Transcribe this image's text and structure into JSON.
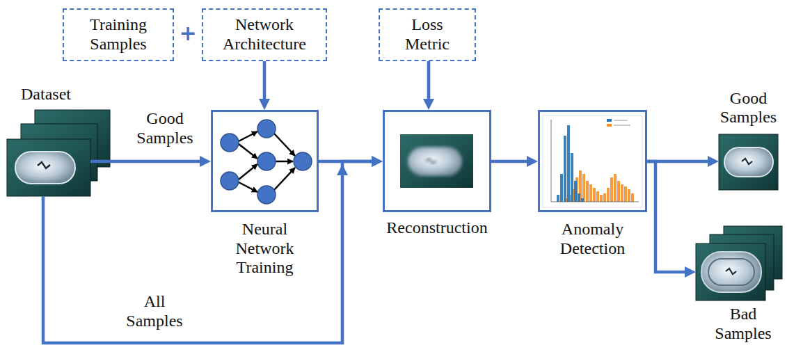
{
  "diagram": {
    "nodes": [
      {
        "text": [
          "Training Samples"
        ]
      },
      {
        "text": [
          "Network Architecture"
        ]
      },
      {
        "text": [
          "Loss Metric"
        ]
      },
      {
        "text": [
          "Dataset"
        ]
      },
      {
        "text": [
          "Neural Network Training"
        ]
      },
      {
        "text": [
          "Reconstruction"
        ]
      },
      {
        "text": [
          "Anomaly Detection"
        ]
      },
      {
        "text": [
          "Good Samples"
        ]
      },
      {
        "text": [
          "Bad Samples"
        ]
      }
    ],
    "edges": [
      {
        "from": 1,
        "to": 4,
        "arrow": "to"
      },
      {
        "from": 3,
        "to": 4,
        "label": "Good Samples",
        "arrow": "to"
      },
      {
        "from": 4,
        "to": 5,
        "arrow": "to"
      },
      {
        "from": 3,
        "to": 5,
        "label": "All Samples",
        "arrow": "to"
      },
      {
        "from": 2,
        "to": 5,
        "arrow": "to"
      },
      {
        "from": 5,
        "to": 6,
        "arrow": "to"
      },
      {
        "from": 6,
        "to": 7,
        "arrow": "to"
      },
      {
        "from": 6,
        "to": 8,
        "arrow": "to"
      }
    ],
    "labels": [
      "+"
    ]
  }
}
